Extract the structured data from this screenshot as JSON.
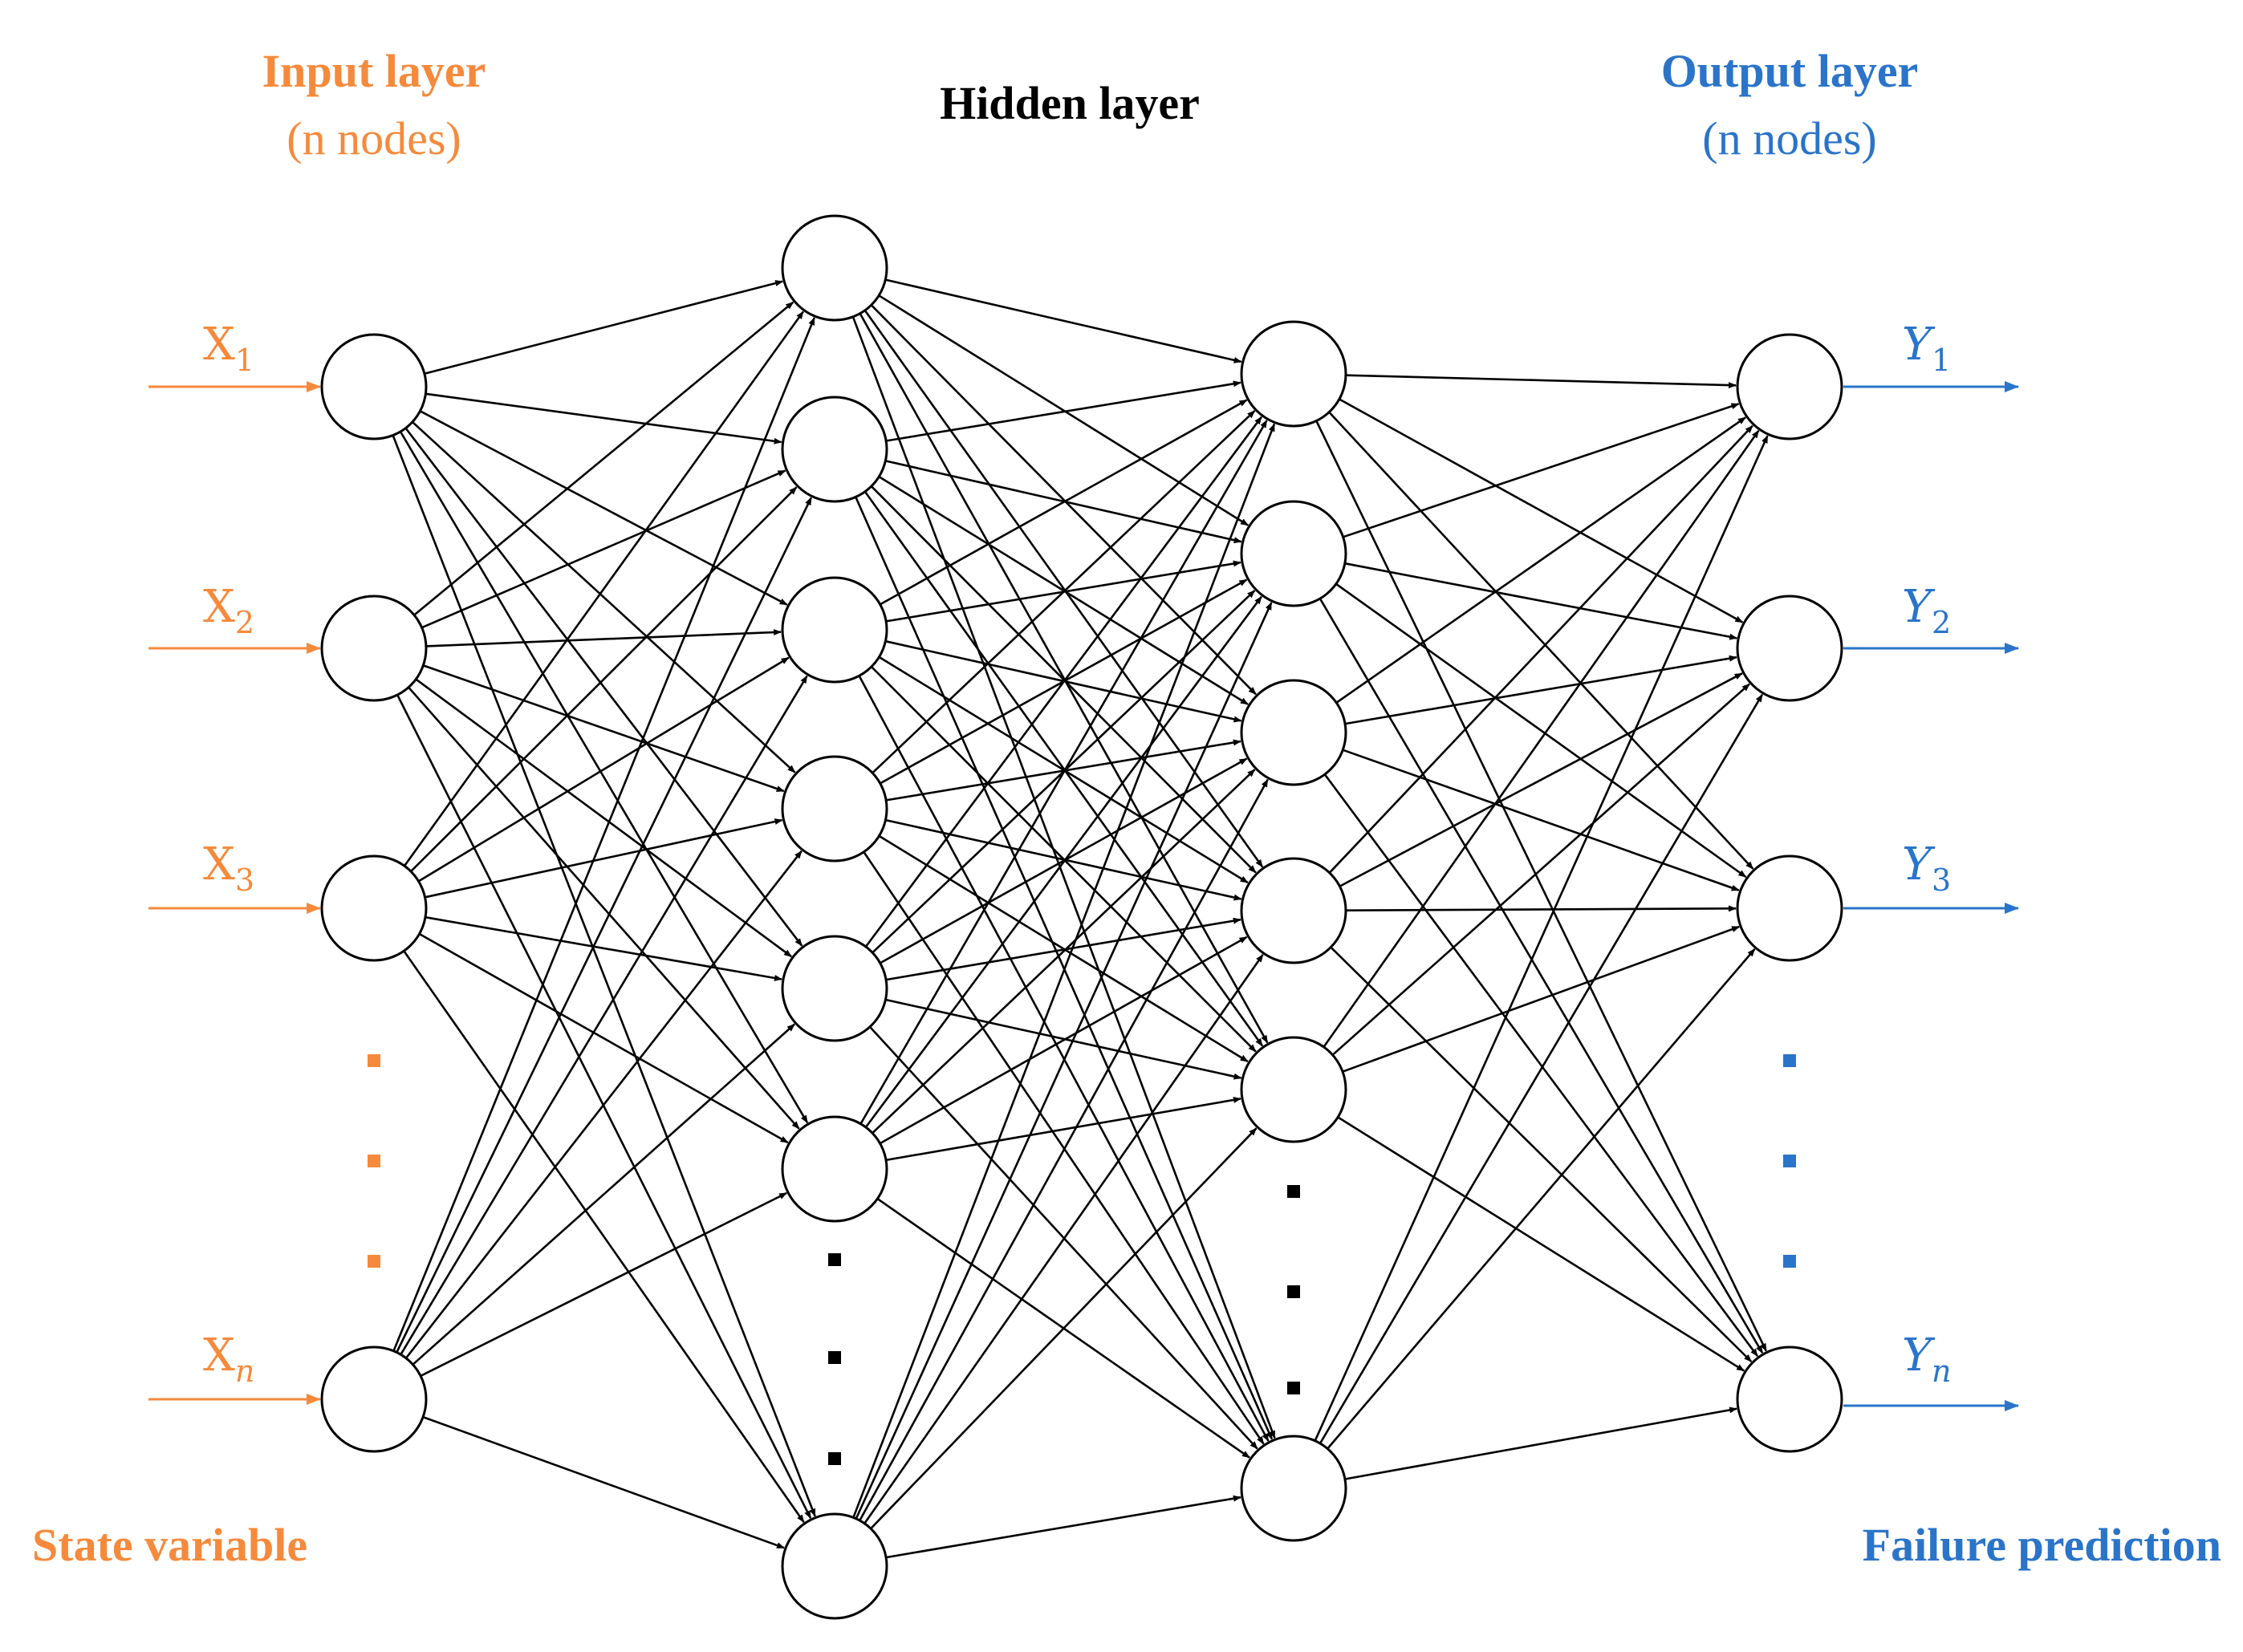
{
  "colors": {
    "input": "#f58a3c",
    "output": "#2a74c9",
    "hidden": "#000000"
  },
  "headers": {
    "input_title": "Input layer",
    "input_sub": "(n nodes)",
    "hidden_title": "Hidden layer",
    "output_title": "Output layer",
    "output_sub": "(n nodes)"
  },
  "footers": {
    "left": "State variable",
    "right": "Failure prediction"
  },
  "inputs": [
    {
      "base": "X",
      "sub": "1"
    },
    {
      "base": "X",
      "sub": "2"
    },
    {
      "base": "X",
      "sub": "3"
    },
    {
      "base": "X",
      "sub": "n"
    }
  ],
  "outputs": [
    {
      "base": "Y",
      "sub": "1"
    },
    {
      "base": "Y",
      "sub": "2"
    },
    {
      "base": "Y",
      "sub": "3"
    },
    {
      "base": "Y",
      "sub": "n"
    }
  ],
  "layers": {
    "input_visible_nodes": 4,
    "hidden1_visible_nodes": 7,
    "hidden2_visible_nodes": 6,
    "output_visible_nodes": 4
  }
}
